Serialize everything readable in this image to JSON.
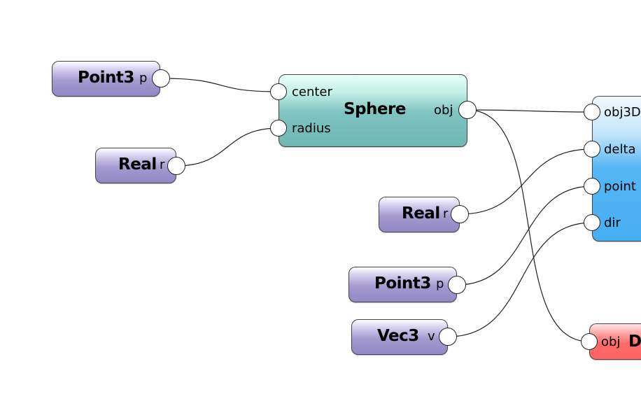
{
  "nodes": {
    "point3_a": {
      "title": "Point3",
      "out": "p"
    },
    "real_a": {
      "title": "Real",
      "out": "r"
    },
    "sphere": {
      "title": "Sphere",
      "in_center": "center",
      "in_radius": "radius",
      "out": "obj"
    },
    "real_b": {
      "title": "Real",
      "out": "r"
    },
    "point3_b": {
      "title": "Point3",
      "out": "p"
    },
    "vec3": {
      "title": "Vec3",
      "out": "v"
    },
    "blue": {
      "in_obj": "obj3D",
      "in_delta": "delta",
      "in_point": "point",
      "in_dir": "dir"
    },
    "red": {
      "in_obj": "obj",
      "title": "D"
    }
  },
  "colors": {
    "input_node": "#9a90c8",
    "sphere_node": "#74bcbc",
    "blue_node": "#4db2f3",
    "red_node": "#ff6666",
    "wire": "#222222"
  }
}
